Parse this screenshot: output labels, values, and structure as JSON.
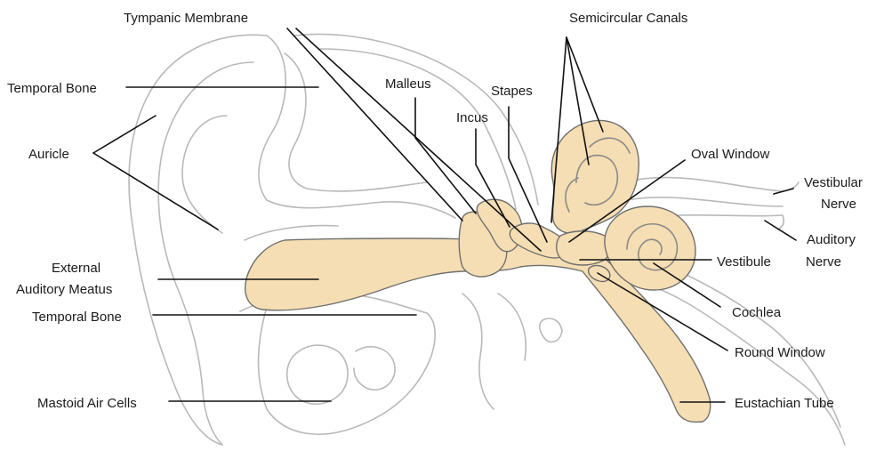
{
  "colors": {
    "structure_fill": "#f5deb3",
    "outline": "#b9b9b9",
    "leader_line": "#111111",
    "label_text": "#1a1a1a"
  },
  "labels": {
    "tympanic_membrane": "Tympanic Membrane",
    "semicircular_canals": "Semicircular Canals",
    "temporal_bone_top": "Temporal Bone",
    "malleus": "Malleus",
    "stapes": "Stapes",
    "incus": "Incus",
    "auricle": "Auricle",
    "oval_window": "Oval Window",
    "vestibular_nerve_line1": "Vestibular",
    "vestibular_nerve_line2": "Nerve",
    "auditory_nerve_line1": "Auditory",
    "auditory_nerve_line2": "Nerve",
    "external_meatus_line1": "External",
    "external_meatus_line2": "Auditory Meatus",
    "vestibule": "Vestibule",
    "temporal_bone_bottom": "Temporal Bone",
    "cochlea": "Cochlea",
    "round_window": "Round Window",
    "mastoid_air_cells": "Mastoid Air Cells",
    "eustachian_tube": "Eustachian Tube"
  }
}
